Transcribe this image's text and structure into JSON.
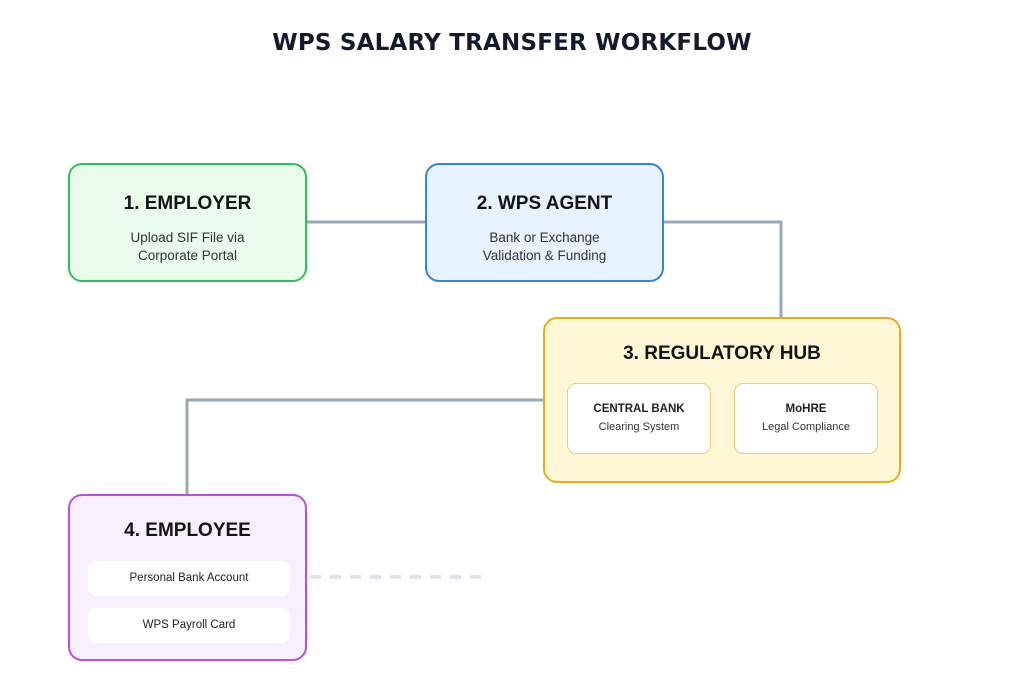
{
  "title": "WPS SALARY TRANSFER WORKFLOW",
  "colors": {
    "connector": "#9aa7b6",
    "employer_fill": "#e9fcec",
    "employer_border": "#2fbf5a",
    "agent_fill": "#e8f1fe",
    "agent_border": "#3a84d6",
    "hub_fill": "#fef7d6",
    "hub_border": "#e8ab1e",
    "employee_fill": "#f6effe",
    "employee_border": "#b552dc"
  },
  "nodes": {
    "employer": {
      "title": "1. EMPLOYER",
      "desc_line1": "Upload SIF File via",
      "desc_line2": "Corporate Portal"
    },
    "agent": {
      "title": "2. WPS AGENT",
      "desc_line1": "Bank or Exchange",
      "desc_line2": "Validation & Funding"
    },
    "hub": {
      "title": "3. REGULATORY HUB",
      "central_bank": {
        "title": "CENTRAL BANK",
        "desc": "Clearing System"
      },
      "mohre": {
        "title": "MoHRE",
        "desc": "Legal Compliance"
      }
    },
    "employee": {
      "title": "4. EMPLOYEE",
      "options": [
        "Personal Bank Account",
        "WPS Payroll Card"
      ]
    }
  }
}
